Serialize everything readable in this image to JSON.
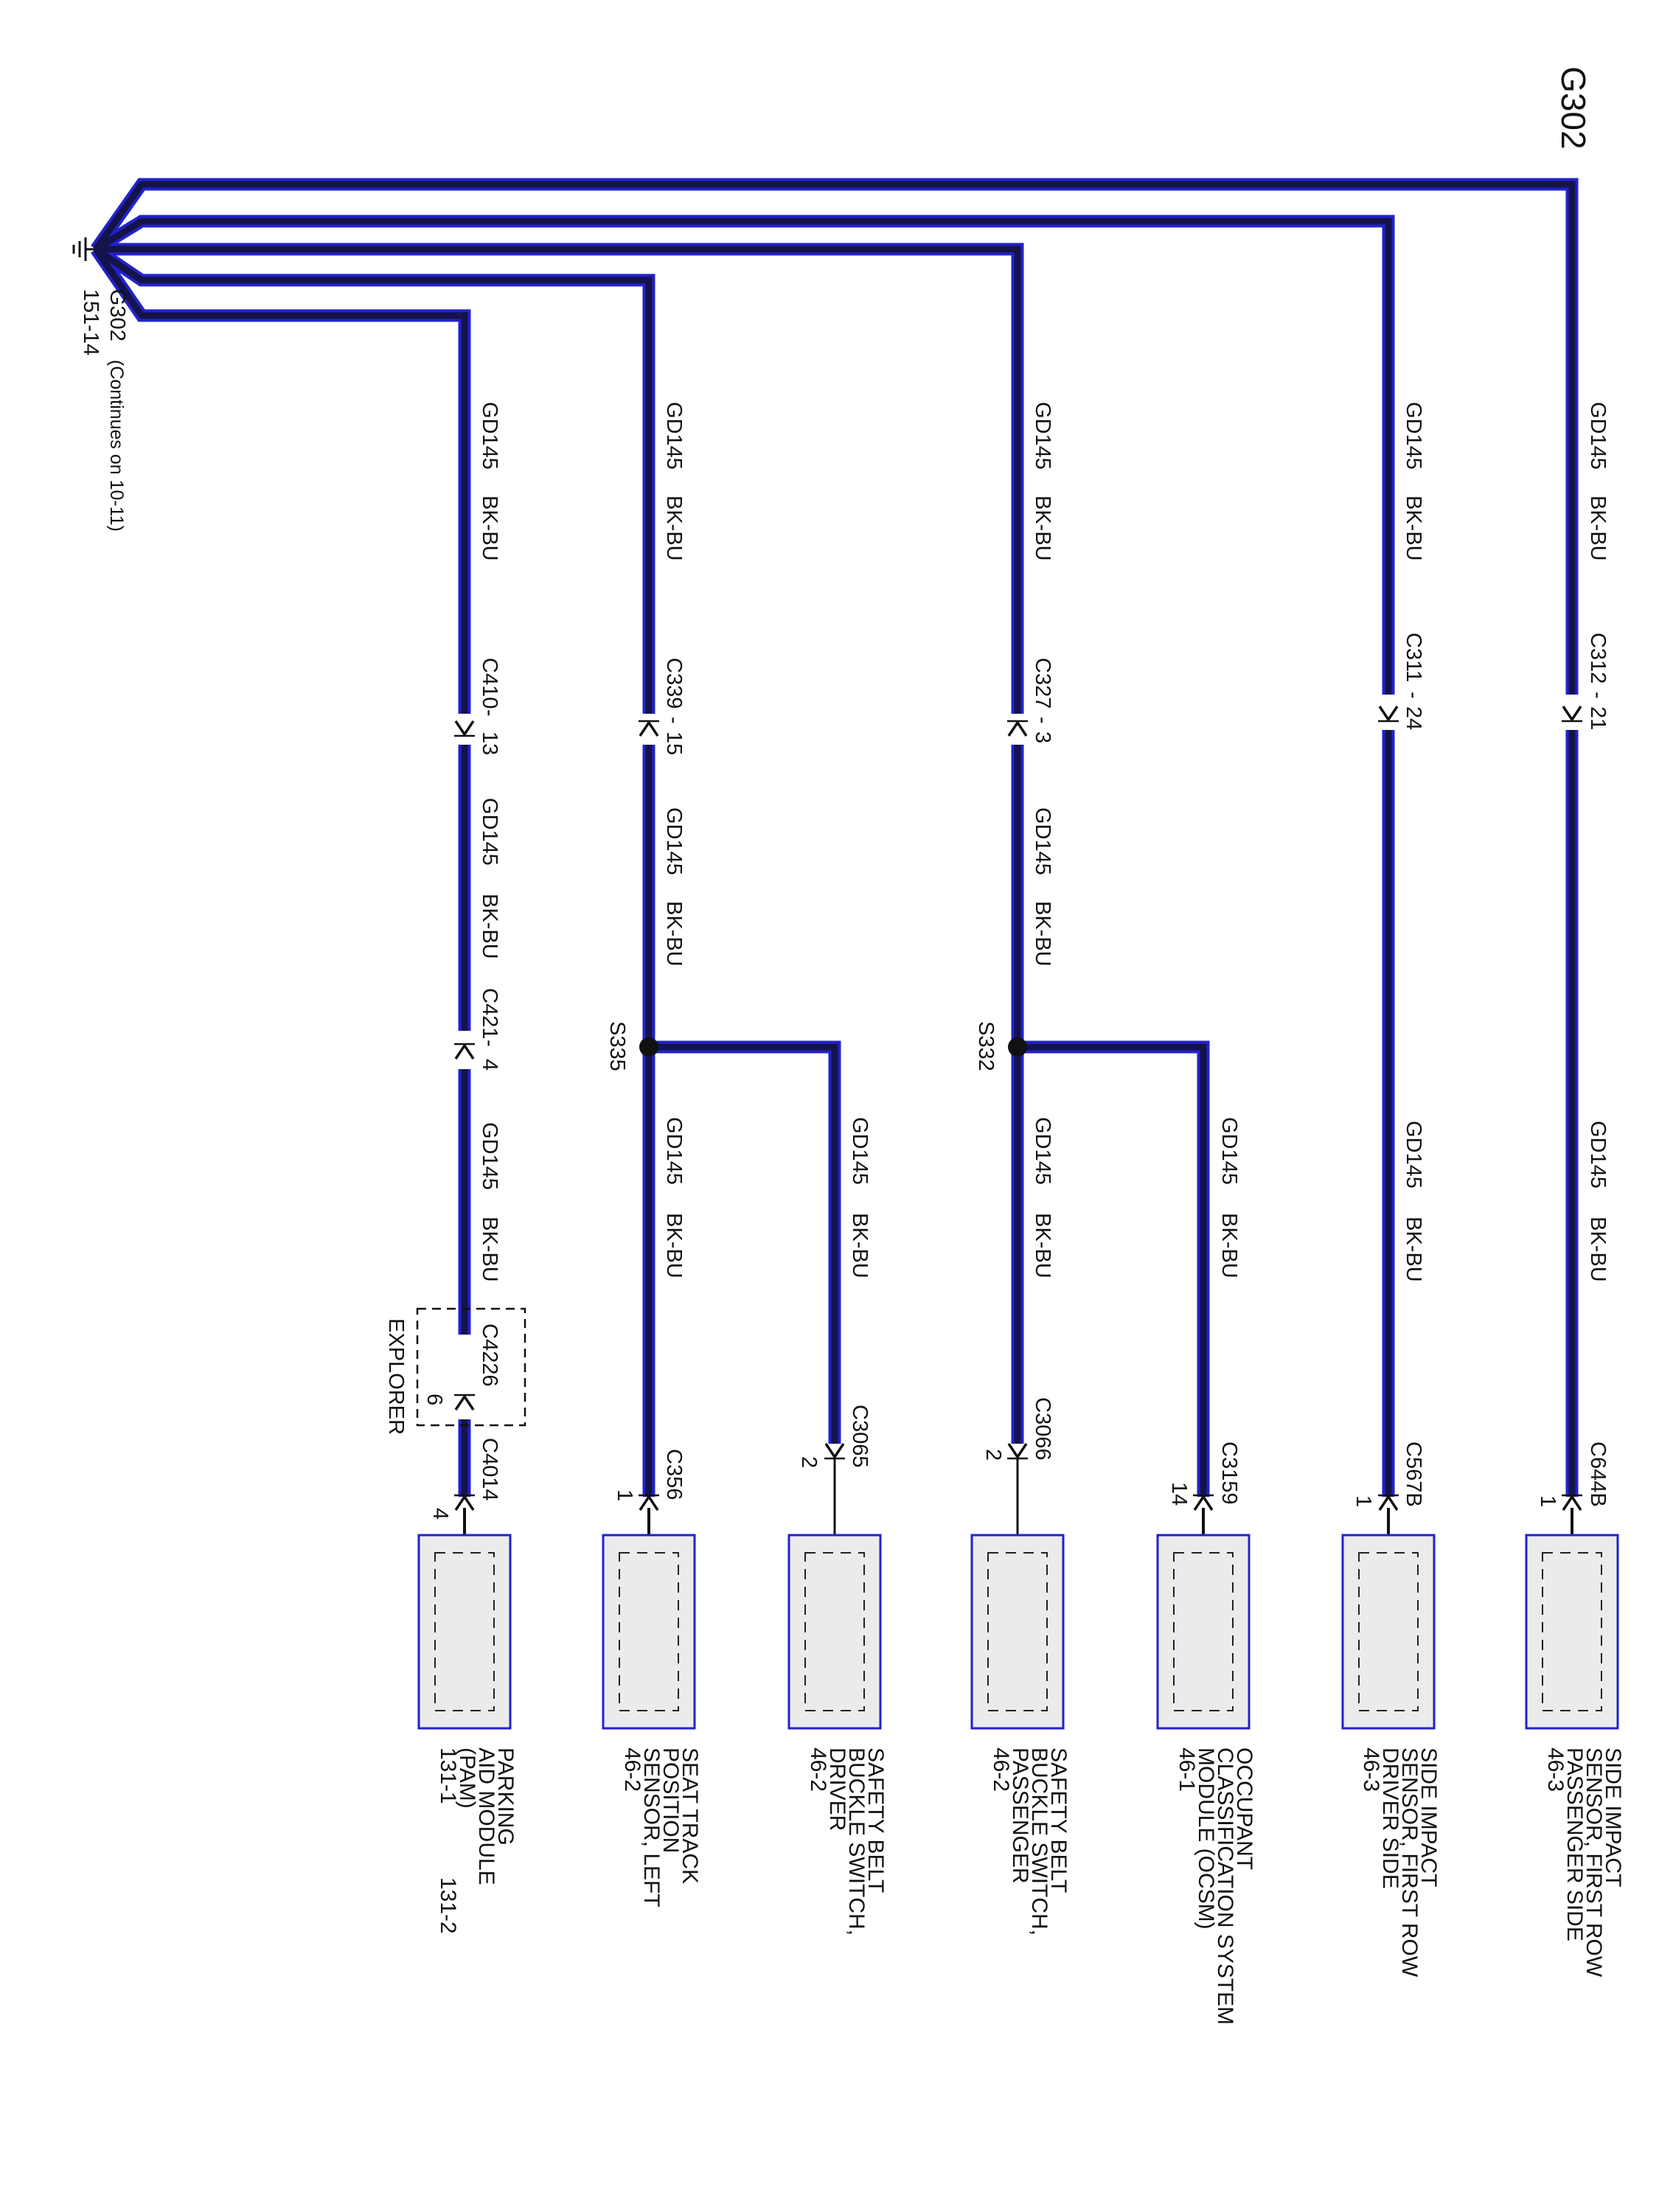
{
  "title": "G302",
  "ground": {
    "label": "G302",
    "ref": "151-14",
    "note": "(Continues on 10-11)"
  },
  "wire": {
    "circuit": "GD145",
    "color_code": "BK-BU",
    "stroke_color": "#14144a",
    "edge_color": "#2222cc"
  },
  "branches": [
    {
      "id": "side-impact-passenger",
      "upstream_connector": "C312",
      "upstream_pin": "21",
      "component_connector": "C644B",
      "component_pin": "1",
      "component_lines": [
        "SIDE IMPACT",
        "SENSOR, FIRST ROW",
        "PASSENGER SIDE",
        "46-3"
      ]
    },
    {
      "id": "side-impact-driver",
      "upstream_connector": "C311",
      "upstream_pin": "24",
      "component_connector": "C567B",
      "component_pin": "1",
      "component_lines": [
        "SIDE IMPACT",
        "SENSOR, FIRST ROW",
        "DRIVER SIDE",
        "46-3"
      ]
    },
    {
      "id": "occupant-classification",
      "component_connector": "C3159",
      "component_pin": "14",
      "component_lines": [
        "OCCUPANT",
        "CLASSIFICATION SYSTEM",
        "MODULE (OCSM)",
        "46-1"
      ]
    },
    {
      "id": "belt-switch-passenger",
      "upstream_connector": "C327",
      "upstream_pin": "3",
      "splice": "S332",
      "component_connector": "C3066",
      "component_pin": "2",
      "component_lines": [
        "SAFETY BELT",
        "BUCKLE SWITCH,",
        "PASSENGER",
        "46-2"
      ]
    },
    {
      "id": "belt-switch-driver",
      "component_connector": "C3065",
      "component_pin": "2",
      "component_lines": [
        "SAFETY BELT",
        "BUCKLE SWITCH,",
        "DRIVER",
        "46-2"
      ]
    },
    {
      "id": "seat-track-sensor",
      "upstream_connector": "C339",
      "upstream_pin": "15",
      "splice": "S335",
      "component_connector": "C356",
      "component_pin": "1",
      "component_lines": [
        "SEAT TRACK",
        "POSITION",
        "SENSOR, LEFT",
        "46-2"
      ]
    },
    {
      "id": "parking-aid",
      "upstream_connector": "C410",
      "upstream_pin": "13",
      "mid_connector": "C421",
      "mid_pin": "4",
      "inline_connector": "C4226",
      "inline_pin": "6",
      "inline_note": "EXPLORER",
      "component_connector": "C4014",
      "component_pin": "4",
      "component_lines": [
        "PARKING",
        "AID MODULE",
        "(PAM)",
        "131-1"
      ],
      "component_extra": "131-2"
    }
  ]
}
